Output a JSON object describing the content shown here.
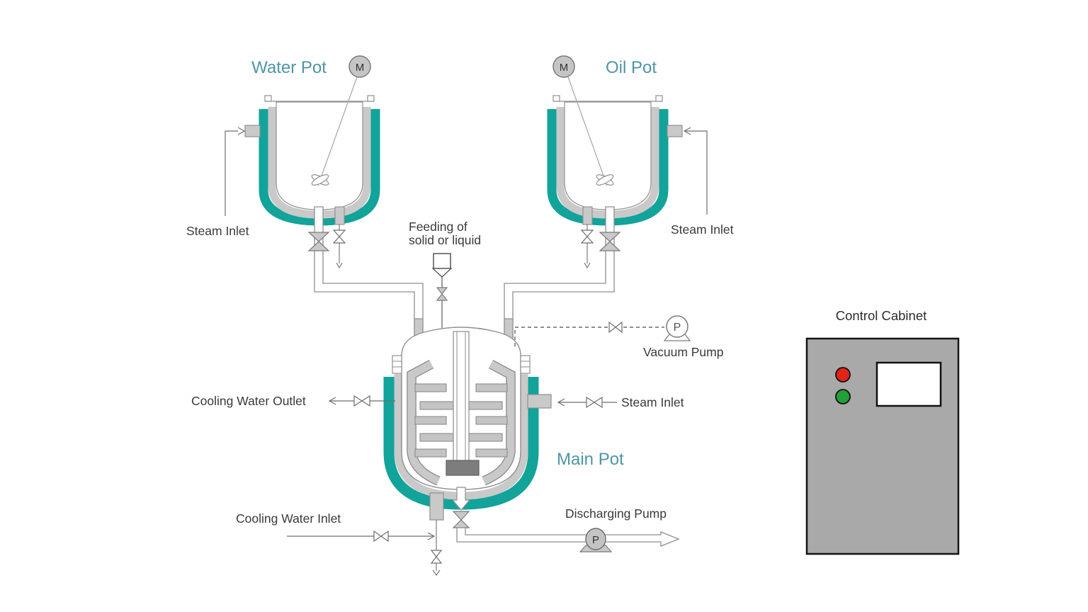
{
  "equipment": {
    "water_pot": {
      "label": "Water Pot",
      "motor_symbol": "M"
    },
    "oil_pot": {
      "label": "Oil Pot",
      "motor_symbol": "M"
    },
    "main_pot": {
      "label": "Main Pot"
    },
    "control_cabinet": {
      "label": "Control Cabinet"
    },
    "vacuum_pump": {
      "label": "Vacuum Pump",
      "symbol": "P"
    },
    "discharging_pump": {
      "label": "Discharging Pump",
      "symbol": "P"
    }
  },
  "streams": {
    "steam_inlet_water_pot": "Steam Inlet",
    "steam_inlet_oil_pot": "Steam Inlet",
    "steam_inlet_main_pot": "Steam Inlet",
    "feeding_line1": "Feeding of",
    "feeding_line2": "solid or liquid",
    "cooling_water_outlet": "Cooling Water Outlet",
    "cooling_water_inlet": "Cooling Water Inlet"
  },
  "colors": {
    "jacket_teal": "#12a39a",
    "wall_gray": "#c9c9c9",
    "pot_label_blue": "#4f95a5",
    "cabinet_gray": "#a9a9a9",
    "indicator_red": "#e2231a",
    "indicator_green": "#21a038",
    "homogenizer_dark_gray": "#7d7d7d"
  }
}
